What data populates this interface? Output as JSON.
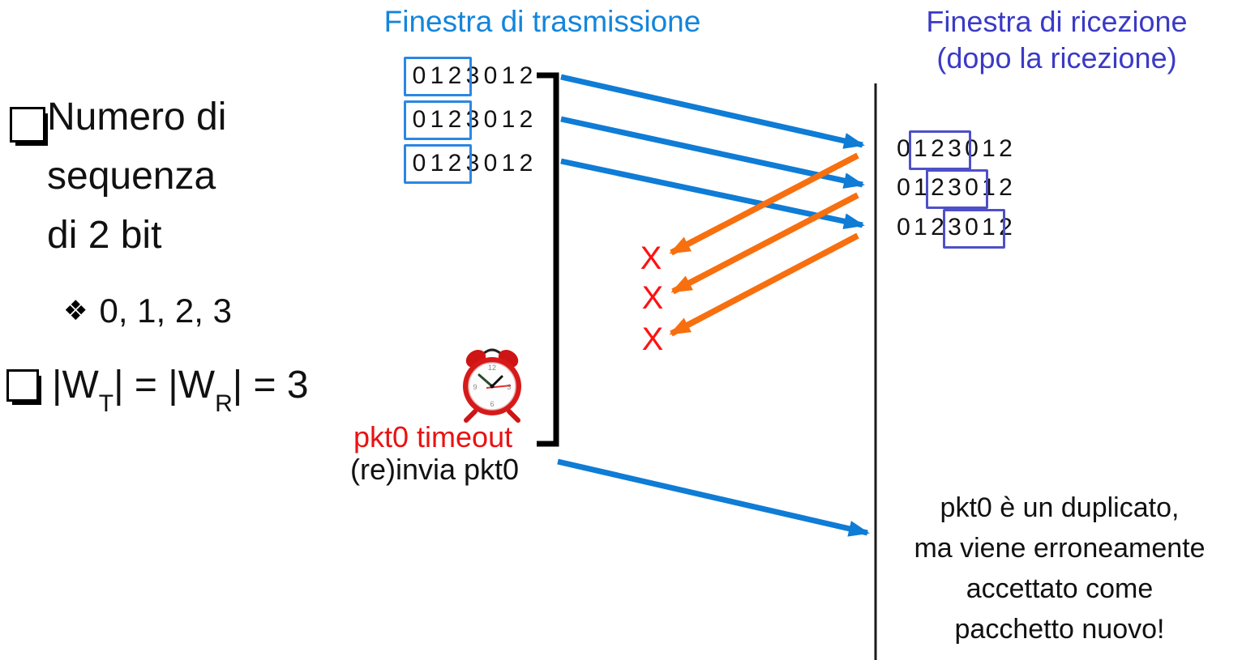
{
  "tx": {
    "title": "Finestra di trasmissione",
    "rows": [
      [
        "0",
        "1",
        "2",
        "3",
        "0",
        "1",
        "2"
      ],
      [
        "0",
        "1",
        "2",
        "3",
        "0",
        "1",
        "2"
      ],
      [
        "0",
        "1",
        "2",
        "3",
        "0",
        "1",
        "2"
      ]
    ]
  },
  "rx": {
    "title_line1": "Finestra di ricezione",
    "title_line2": "(dopo la ricezione)",
    "rows": [
      [
        "0",
        "1",
        "2",
        "3",
        "0",
        "1",
        "2"
      ],
      [
        "0",
        "1",
        "2",
        "3",
        "0",
        "1",
        "2"
      ],
      [
        "0",
        "1",
        "2",
        "3",
        "0",
        "1",
        "2"
      ]
    ]
  },
  "left_panel": {
    "bullet1_line1": "Numero di",
    "bullet1_line2": "sequenza",
    "bullet1_line3": "di 2 bit",
    "sub_marker": "❖",
    "sub_text": "0, 1, 2, 3",
    "formula": {
      "p1": "|W",
      "sub1": "T",
      "p2": "| = |W",
      "sub2": "R",
      "p3": "| = 3"
    }
  },
  "timeline": {
    "loss_marks": [
      "X",
      "X",
      "X"
    ],
    "timeout_label": "pkt0 timeout",
    "resend_label": "(re)invia pkt0"
  },
  "note": {
    "line1": "pkt0 è un duplicato,",
    "line2": "ma viene erroneamente",
    "line3": "accettato come",
    "line4": "pacchetto nuovo!"
  },
  "colors": {
    "packet_arrow_blue": "#0F7CD5",
    "ack_arrow_orange": "#F76F0E",
    "loss_red": "#FF1111",
    "timeout_red": "#E81313",
    "tx_accent_blue": "#1485DB",
    "rx_accent_indigo": "#3A3AC6",
    "tx_box_blue": "#2B87E2",
    "rx_box_indigo": "#4E50C8"
  }
}
